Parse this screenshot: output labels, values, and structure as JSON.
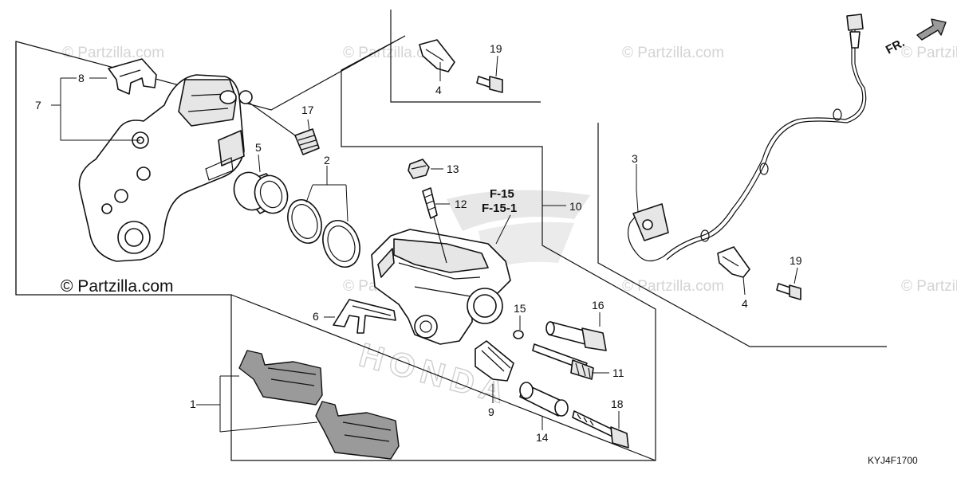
{
  "diagram": {
    "diagram_code": "KYJ4F1700",
    "direction_label": "FR.",
    "watermark_text": "© Partzilla.com",
    "main_watermark": "© Partzilla.com",
    "brand_watermark": "HONDA",
    "reference_labels": [
      "F-15",
      "F-15-1"
    ],
    "callouts": [
      "1",
      "2",
      "3",
      "4",
      "4",
      "5",
      "6",
      "7",
      "8",
      "9",
      "10",
      "11",
      "12",
      "13",
      "14",
      "15",
      "16",
      "17",
      "18",
      "19",
      "19"
    ]
  },
  "colors": {
    "line": "#111111",
    "watermark": "#d4d4d4",
    "shade": "#9a9a9a"
  }
}
